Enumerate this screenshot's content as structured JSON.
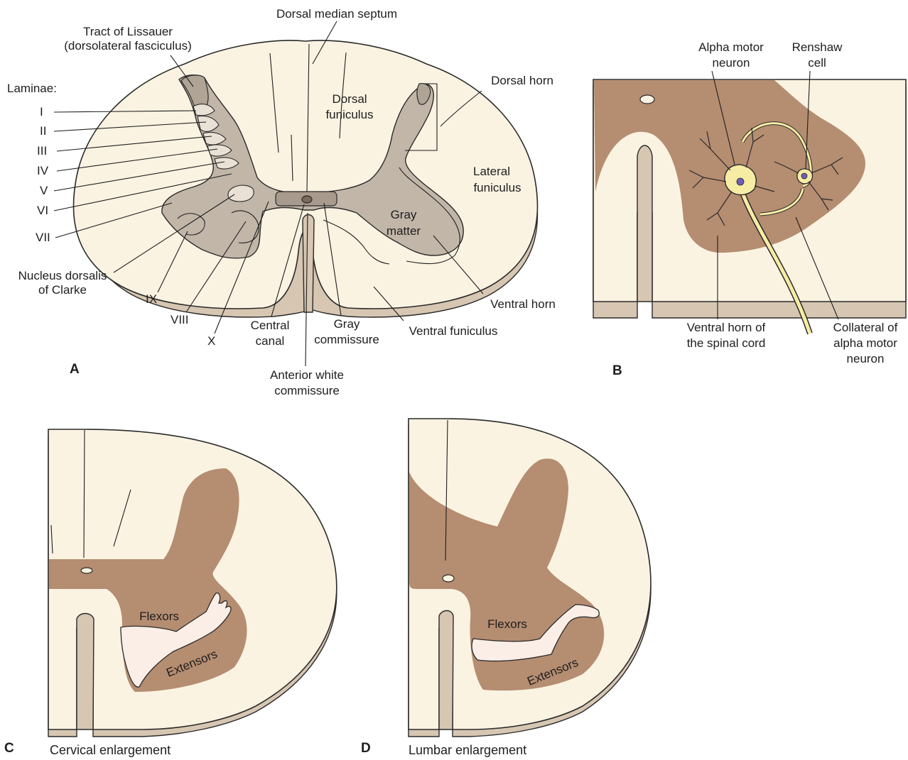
{
  "colors": {
    "white_matter": "#fbf3e2",
    "gray_matter_A": "#c2b6a9",
    "gray_matter_BCD": "#b58d71",
    "rim": "#d6c6b2",
    "neuron": "#f6eca3",
    "line": "#1e1e1e"
  },
  "panel_a": {
    "letter": "A",
    "labels": {
      "dorsal_median_septum": "Dorsal median septum",
      "lissauer_1": "Tract of Lissauer",
      "lissauer_2": "(dorsolateral fasciculus)",
      "laminae": "Laminae:",
      "dorsal_horn": "Dorsal horn",
      "dorsal_funiculus_1": "Dorsal",
      "dorsal_funiculus_2": "funiculus",
      "lateral_funiculus_1": "Lateral",
      "lateral_funiculus_2": "funiculus",
      "gray_matter_1": "Gray",
      "gray_matter_2": "matter",
      "ventral_horn": "Ventral horn",
      "ventral_funiculus": "Ventral funiculus",
      "clarke_1": "Nucleus dorsalis",
      "clarke_2": "of Clarke",
      "central_canal_1": "Central",
      "central_canal_2": "canal",
      "gray_commissure_1": "Gray",
      "gray_commissure_2": "commissure",
      "awc_1": "Anterior white",
      "awc_2": "commissure"
    },
    "laminae": [
      "I",
      "II",
      "III",
      "IV",
      "V",
      "VI",
      "VII"
    ],
    "laminae_lower": [
      "IX",
      "VIII",
      "X"
    ]
  },
  "panel_b": {
    "letter": "B",
    "labels": {
      "alpha_1": "Alpha motor",
      "alpha_2": "neuron",
      "renshaw_1": "Renshaw",
      "renshaw_2": "cell",
      "ventral_horn_1": "Ventral horn of",
      "ventral_horn_2": "the spinal cord",
      "collateral_1": "Collateral of",
      "collateral_2": "alpha motor",
      "collateral_3": "neuron"
    }
  },
  "panel_c": {
    "letter": "C",
    "caption": "Cervical enlargement",
    "flexors": "Flexors",
    "extensors": "Extensors"
  },
  "panel_d": {
    "letter": "D",
    "caption": "Lumbar enlargement",
    "flexors": "Flexors",
    "extensors": "Extensors"
  }
}
